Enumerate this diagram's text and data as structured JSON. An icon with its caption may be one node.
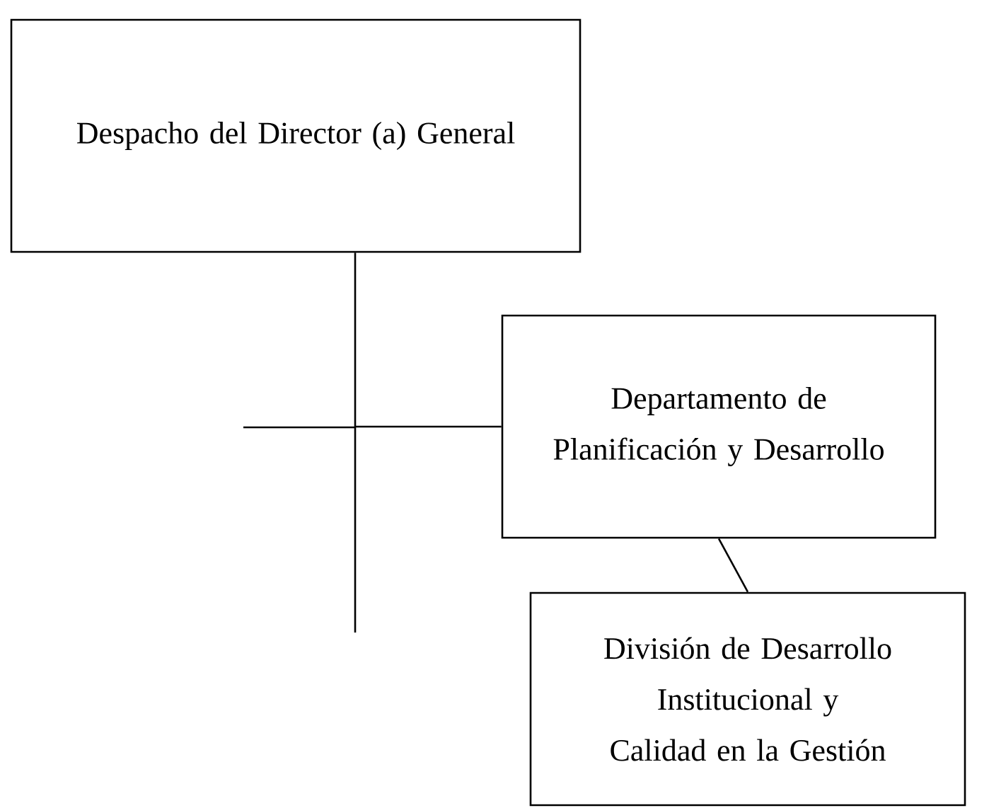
{
  "diagram": {
    "nodes": [
      {
        "text": [
          "Despacho del Director (a) General"
        ]
      },
      {
        "text": [
          "Departamento de Planificación y Desarrollo"
        ]
      },
      {
        "text": [
          "División de Desarrollo Institucional y Calidad en la Gestión"
        ]
      }
    ],
    "edges": [
      {
        "from": 0,
        "to": 1,
        "arrow": "none"
      },
      {
        "from": 1,
        "to": 2,
        "arrow": "none"
      }
    ]
  }
}
